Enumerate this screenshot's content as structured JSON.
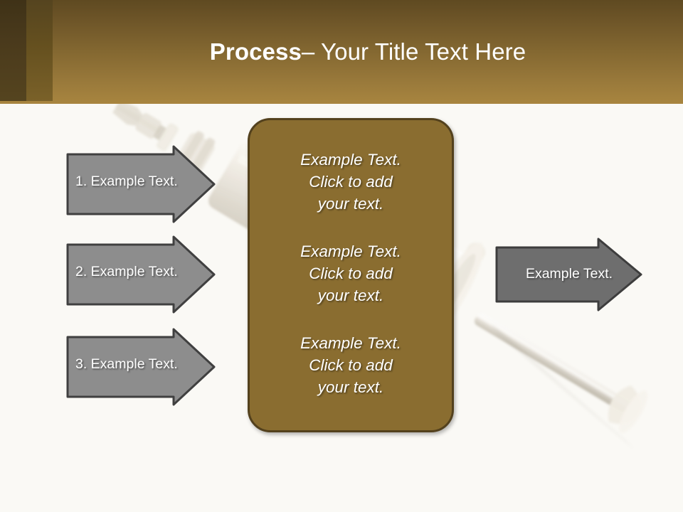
{
  "slide": {
    "background_color": "#faf9f5",
    "background_image": "syringe-photo"
  },
  "header": {
    "title_bold": "Process",
    "title_rest": " – Your Title Text Here",
    "gradient_top": "#5f4a21",
    "gradient_bottom": "#a8853f",
    "band_dark_color": "#4a3a1c",
    "band_mid_color": "#65501f",
    "title_color": "#ffffff"
  },
  "input_arrows": [
    {
      "label": "1. Example Text.",
      "fill": "#8d8d8d",
      "stroke": "#404040"
    },
    {
      "label": "2. Example Text.",
      "fill": "#8d8d8d",
      "stroke": "#404040"
    },
    {
      "label": "3. Example Text.",
      "fill": "#8d8d8d",
      "stroke": "#404040"
    }
  ],
  "output_arrow": {
    "label": "Example Text.",
    "fill": "#6e6e6e",
    "stroke": "#3d3d3d"
  },
  "center_panel": {
    "fill": "#8a6d30",
    "stroke": "#53411d",
    "blocks": [
      "Example Text.\nClick  to add\nyour text.",
      "Example Text.\nClick  to add\nyour text.",
      "Example Text.\nClick  to add\nyour text."
    ]
  }
}
